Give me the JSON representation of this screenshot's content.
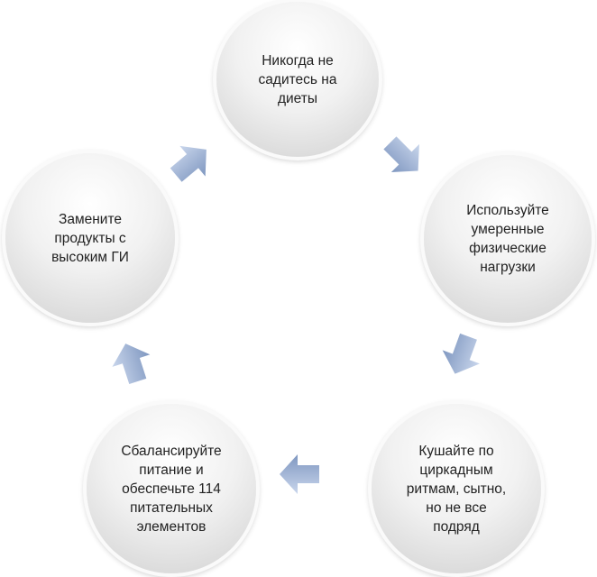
{
  "nodes": [
    {
      "text": "Никогда не\nсадитесь на\nдиеты"
    },
    {
      "text": "Используйте\nумеренные\nфизические\nнагрузки"
    },
    {
      "text": "Кушайте по\nциркадным\nритмам, сытно,\nно не все\nподряд"
    },
    {
      "text": "Сбалансируйте\nпитание  и\nобеспечьте 114\nпитательных\nэлементов"
    },
    {
      "text": "Замените\nпродукты с\nвысоким ГИ"
    }
  ],
  "colors": {
    "arrow": "#9fb4d6",
    "arrow_dark": "#7f97c0"
  }
}
